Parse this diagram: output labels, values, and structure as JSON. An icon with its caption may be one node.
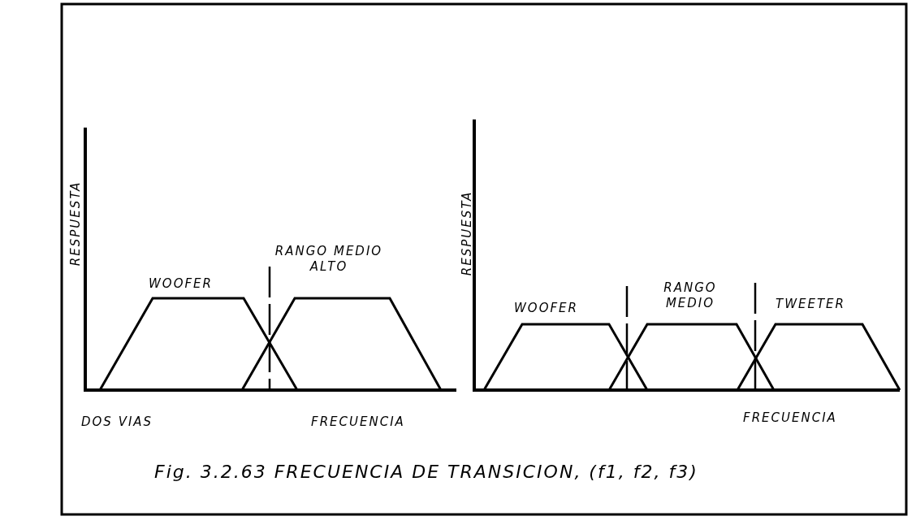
{
  "diagram": {
    "caption": "Fig. 3.2.63 FRECUENCIA DE TRANSICION, (f1, f2, f3)",
    "labels": [
      "RESPUESTA",
      "RANGO MEDIO ALTO",
      "WOOFER",
      "DOS VIAS",
      "FRECUENCIA",
      "RESPUESTA",
      "WOOFER",
      "RANGO MEDIO",
      "TWEETER",
      "FRECUENCIA"
    ]
  }
}
